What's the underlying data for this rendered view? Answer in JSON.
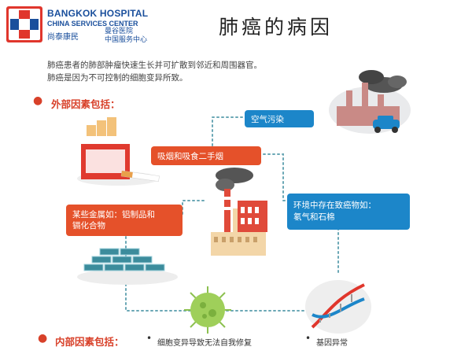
{
  "logo": {
    "en_line1": "BANGKOK HOSPITAL",
    "en_line2": "CHINA SERVICES CENTER",
    "cn_left": "尚泰康民",
    "cn_right_1": "曼谷医院",
    "cn_right_2": "中国服务中心"
  },
  "title": "肺癌的病因",
  "intro": {
    "line1": "肺癌患者的肺部肿瘤快速生长并可扩散到邻近和周围器官。",
    "line2": "肺癌是因为不可控制的细胞变异所致。"
  },
  "external": {
    "heading": "外部因素包括：",
    "air_pollution": "空气污染",
    "smoking": "吸烟和吸食二手烟",
    "metals_1": "某些金属如：铝制品和",
    "metals_2": "镉化合物",
    "environment_1": "环境中存在致癌物如：",
    "environment_2": "氡气和石棉"
  },
  "internal": {
    "heading": "内部因素包括：",
    "cell_mutation": "细胞变异导致无法自我修复",
    "gene_abnormality": "基因异常"
  },
  "colors": {
    "brand_blue": "#1a4f9c",
    "brand_red": "#e0362c",
    "accent_blue": "#1c86c9",
    "accent_orange": "#e5512a",
    "dotted_line": "#6aa7b5"
  }
}
